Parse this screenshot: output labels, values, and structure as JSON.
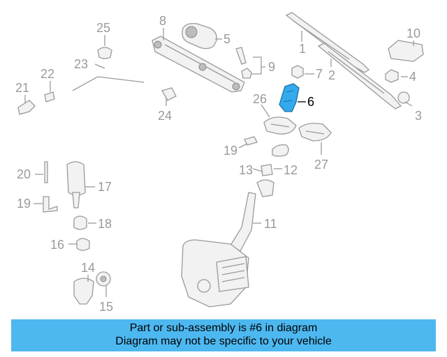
{
  "labels": {
    "n1": "1",
    "n2": "2",
    "n3": "3",
    "n4": "4",
    "n5": "5",
    "n6": "6",
    "n7": "7",
    "n8": "8",
    "n9": "9",
    "n10": "10",
    "n11": "11",
    "n12": "12",
    "n13": "13",
    "n14": "14",
    "n15": "15",
    "n16": "16",
    "n17": "17",
    "n18": "18",
    "n19a": "19",
    "n19b": "19",
    "n20": "20",
    "n21": "21",
    "n22": "22",
    "n23": "23",
    "n24": "24",
    "n25": "25",
    "n26": "26",
    "n27": "27"
  },
  "highlight": {
    "part": "6",
    "color": "#33aaee"
  },
  "banner": {
    "line1": "Part or sub-assembly is #6 in diagram",
    "line2": "Diagram may not be specific to your vehicle",
    "color": "#4db8f0"
  }
}
